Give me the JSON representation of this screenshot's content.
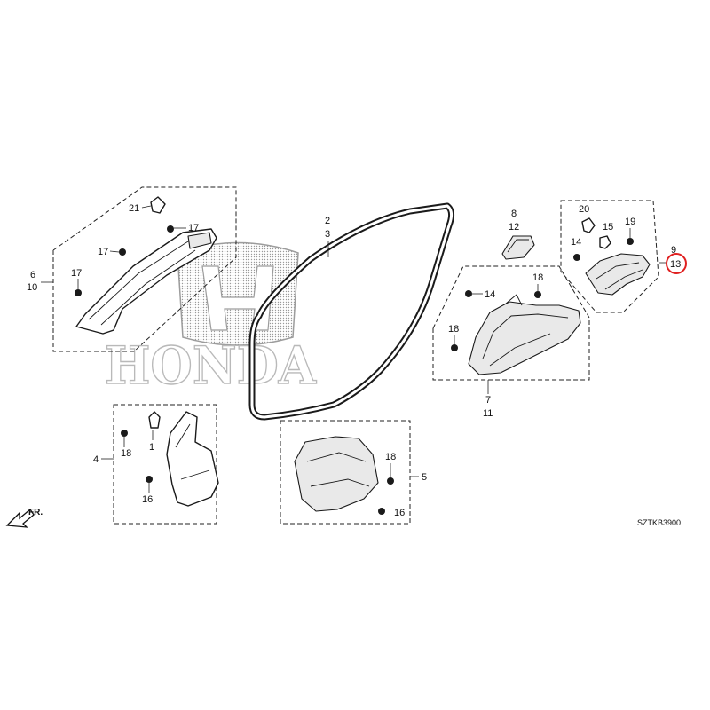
{
  "diagram": {
    "brand_watermark": "HONDA",
    "diagram_code": "SZTKB3900",
    "direction_label": "FR.",
    "highlight_color": "#e02020",
    "highlighted_callout": "13",
    "callouts": {
      "c1": "1",
      "c2": "2",
      "c3": "3",
      "c4": "4",
      "c5": "5",
      "c6": "6",
      "c7": "7",
      "c8": "8",
      "c9": "9",
      "c10": "10",
      "c11": "11",
      "c12": "12",
      "c13": "13",
      "c14a": "14",
      "c14b": "14",
      "c15": "15",
      "c16a": "16",
      "c16b": "16",
      "c17a": "17",
      "c17b": "17",
      "c17c": "17",
      "c18a": "18",
      "c18b": "18",
      "c18c": "18",
      "c18d": "18",
      "c19": "19",
      "c20": "20",
      "c21": "21"
    }
  }
}
